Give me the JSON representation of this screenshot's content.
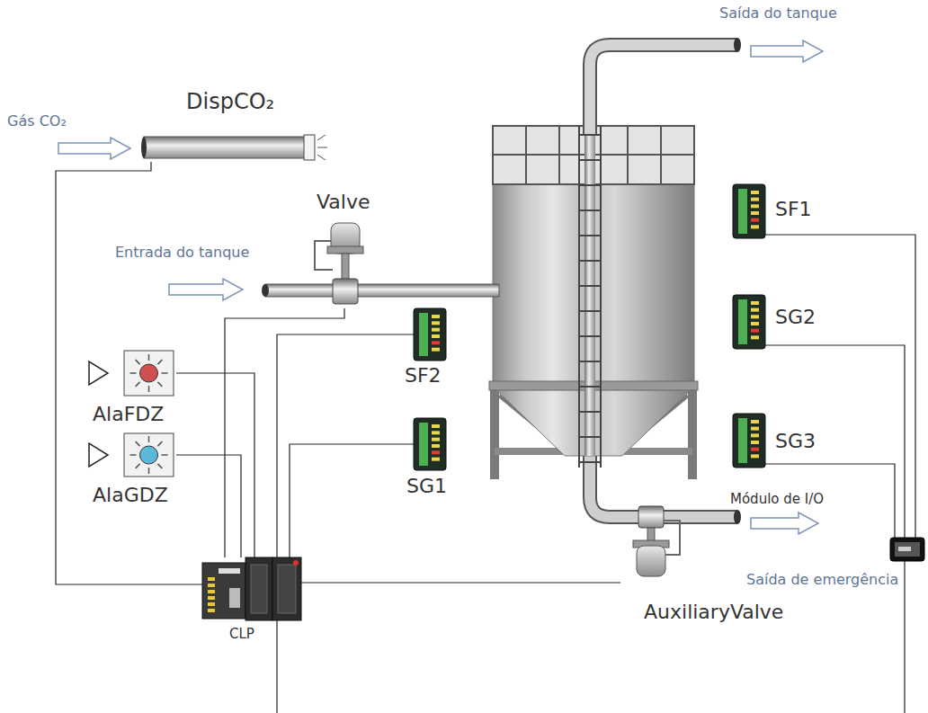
{
  "diagram": {
    "nodes": [
      {
        "text": [
          "DispCO₂"
        ]
      },
      {
        "text": [
          "Valve"
        ]
      },
      {
        "text": [
          "SF1"
        ]
      },
      {
        "text": [
          "SG2"
        ]
      },
      {
        "text": [
          "SF2"
        ]
      },
      {
        "text": [
          "AlaFDZ"
        ]
      },
      {
        "text": [
          "SG1"
        ]
      },
      {
        "text": [
          "AlaGDZ"
        ]
      },
      {
        "text": [
          "SG3"
        ]
      },
      {
        "text": [
          "Módulo de I/O"
        ]
      },
      {
        "text": [
          "CLP"
        ]
      },
      {
        "text": [
          "AuxiliaryValve"
        ]
      }
    ],
    "edges": [
      {
        "from": 0,
        "to": 10,
        "arrow": "none"
      },
      {
        "from": 1,
        "to": 10,
        "arrow": "none"
      },
      {
        "from": 5,
        "to": 10,
        "arrow": "none"
      },
      {
        "from": 7,
        "to": 10,
        "arrow": "none"
      },
      {
        "from": 4,
        "to": 10,
        "arrow": "none"
      },
      {
        "from": 6,
        "to": 10,
        "arrow": "none"
      },
      {
        "from": 11,
        "to": 10,
        "arrow": "none"
      },
      {
        "from": 2,
        "to": 9,
        "arrow": "none"
      },
      {
        "from": 3,
        "to": 9,
        "arrow": "none"
      },
      {
        "from": 8,
        "to": 9,
        "arrow": "none"
      }
    ],
    "labels": [
      "Saída do tanque",
      "Gás CO₂",
      "Entrada do tanque",
      "Saída de emergência"
    ]
  }
}
